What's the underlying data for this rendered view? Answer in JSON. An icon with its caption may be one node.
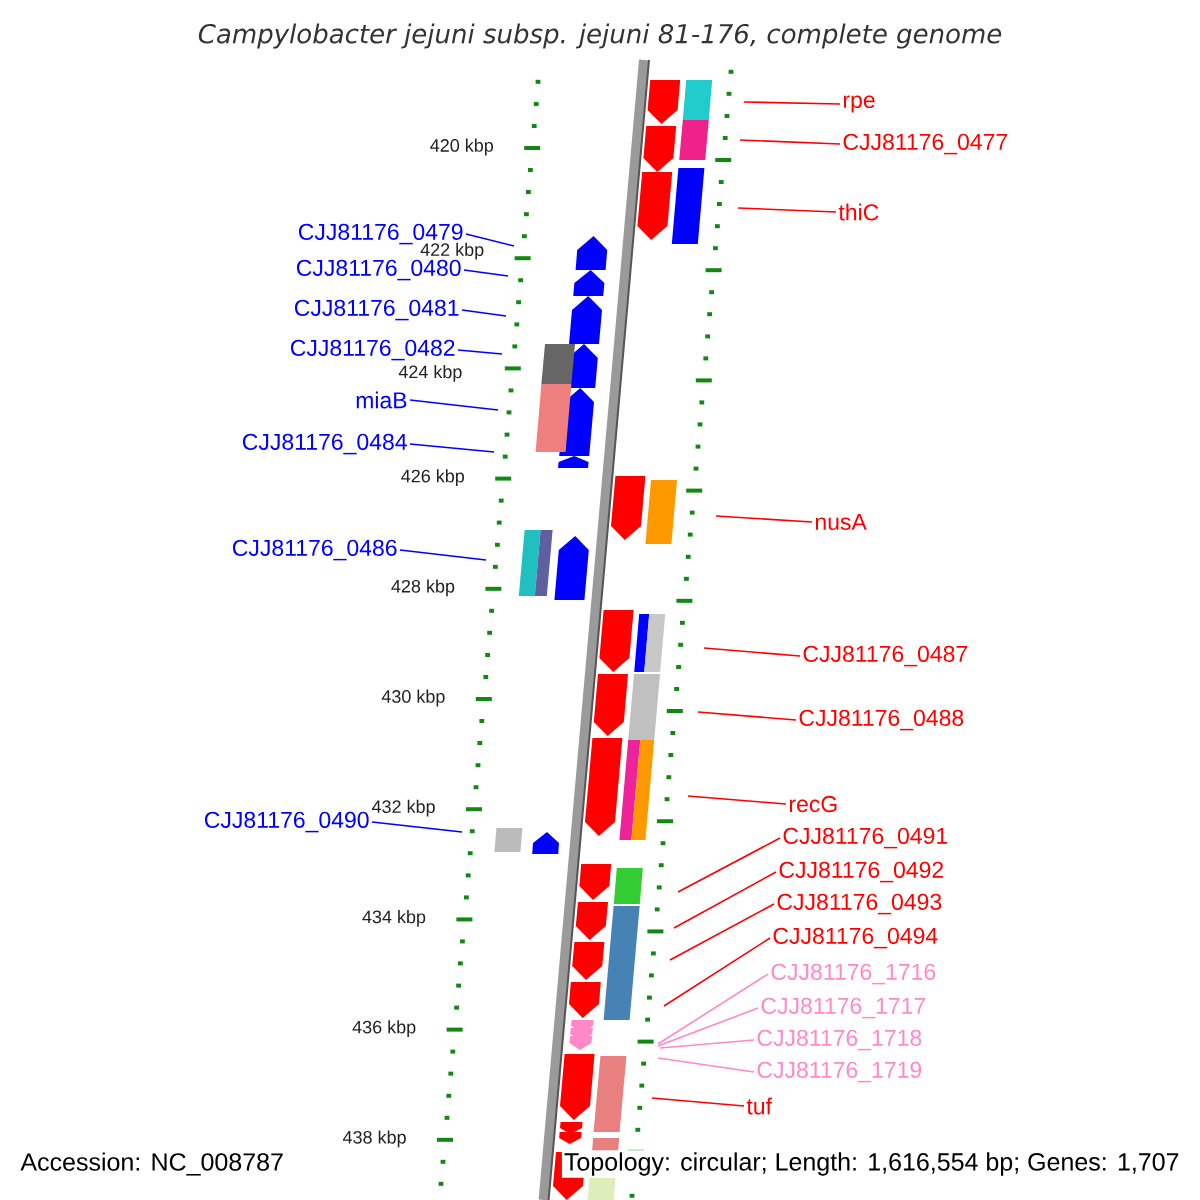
{
  "diagram": {
    "title": "Campylobacter jejuni subsp. jejuni 81-176, complete genome",
    "nodes": [
      {
        "text": [
          "CJJ81176_0479"
        ]
      },
      {
        "text": [
          "CJJ81176_0480"
        ]
      },
      {
        "text": [
          "CJJ81176_0481"
        ]
      },
      {
        "text": [
          "CJJ81176_0482"
        ]
      },
      {
        "text": [
          "miaB"
        ]
      },
      {
        "text": [
          "CJJ81176_0484"
        ]
      },
      {
        "text": [
          "CJJ81176_0486"
        ]
      },
      {
        "text": [
          "CJJ81176_0490"
        ]
      },
      {
        "text": [
          "rpe"
        ]
      },
      {
        "text": [
          "CJJ81176_0477"
        ]
      },
      {
        "text": [
          "thiC"
        ]
      },
      {
        "text": [
          "nusA"
        ]
      },
      {
        "text": [
          "CJJ81176_0487"
        ]
      },
      {
        "text": [
          "CJJ81176_0488"
        ]
      },
      {
        "text": [
          "recG"
        ]
      },
      {
        "text": [
          "CJJ81176_0491"
        ]
      },
      {
        "text": [
          "CJJ81176_0492"
        ]
      },
      {
        "text": [
          "CJJ81176_0493"
        ]
      },
      {
        "text": [
          "CJJ81176_0494"
        ]
      },
      {
        "text": [
          "CJJ81176_1716"
        ]
      },
      {
        "text": [
          "CJJ81176_1717"
        ]
      },
      {
        "text": [
          "CJJ81176_1718"
        ]
      },
      {
        "text": [
          "CJJ81176_1719"
        ]
      },
      {
        "text": [
          "tuf"
        ]
      }
    ],
    "edges": [
      {
        "from": 0,
        "to": null,
        "arrow": "none",
        "color": "#0000ff"
      },
      {
        "from": 1,
        "to": null,
        "arrow": "none",
        "color": "#0000ff"
      },
      {
        "from": 2,
        "to": null,
        "arrow": "none",
        "color": "#0000ff"
      },
      {
        "from": 3,
        "to": null,
        "arrow": "none",
        "color": "#0000ff"
      },
      {
        "from": 4,
        "to": null,
        "arrow": "none",
        "color": "#0000ff"
      },
      {
        "from": 5,
        "to": null,
        "arrow": "none",
        "color": "#0000ff"
      },
      {
        "from": 6,
        "to": null,
        "arrow": "none",
        "color": "#0000ff"
      },
      {
        "from": 7,
        "to": null,
        "arrow": "none",
        "color": "#0000ff"
      },
      {
        "from": 8,
        "to": null,
        "arrow": "none"
      },
      {
        "from": 9,
        "to": null,
        "arrow": "none"
      },
      {
        "from": 10,
        "to": null,
        "arrow": "none"
      },
      {
        "from": 11,
        "to": null,
        "arrow": "none"
      },
      {
        "from": 12,
        "to": null,
        "arrow": "none"
      },
      {
        "from": 13,
        "to": null,
        "arrow": "none"
      },
      {
        "from": 14,
        "to": null,
        "arrow": "none"
      },
      {
        "from": 15,
        "to": null,
        "arrow": "none"
      },
      {
        "from": 16,
        "to": null,
        "arrow": "none"
      },
      {
        "from": 17,
        "to": null,
        "arrow": "none"
      },
      {
        "from": 18,
        "to": null,
        "arrow": "none"
      },
      {
        "from": 19,
        "to": null,
        "arrow": "none",
        "color": "#ff88c8"
      },
      {
        "from": 20,
        "to": null,
        "arrow": "none",
        "color": "#ff88c8"
      },
      {
        "from": 21,
        "to": null,
        "arrow": "none",
        "color": "#ff88c8"
      },
      {
        "from": 22,
        "to": null,
        "arrow": "none",
        "color": "#ff88c8"
      },
      {
        "from": 23,
        "to": null,
        "arrow": "none"
      }
    ],
    "labels": [
      "420 kbp",
      "422 kbp",
      "424 kbp",
      "426 kbp",
      "428 kbp",
      "430 kbp",
      "432 kbp",
      "434 kbp",
      "436 kbp",
      "438 kbp",
      "Accession: NC_008787",
      "Topology: circular; Length: 1,616,554 bp; Genes: 1,707"
    ]
  }
}
